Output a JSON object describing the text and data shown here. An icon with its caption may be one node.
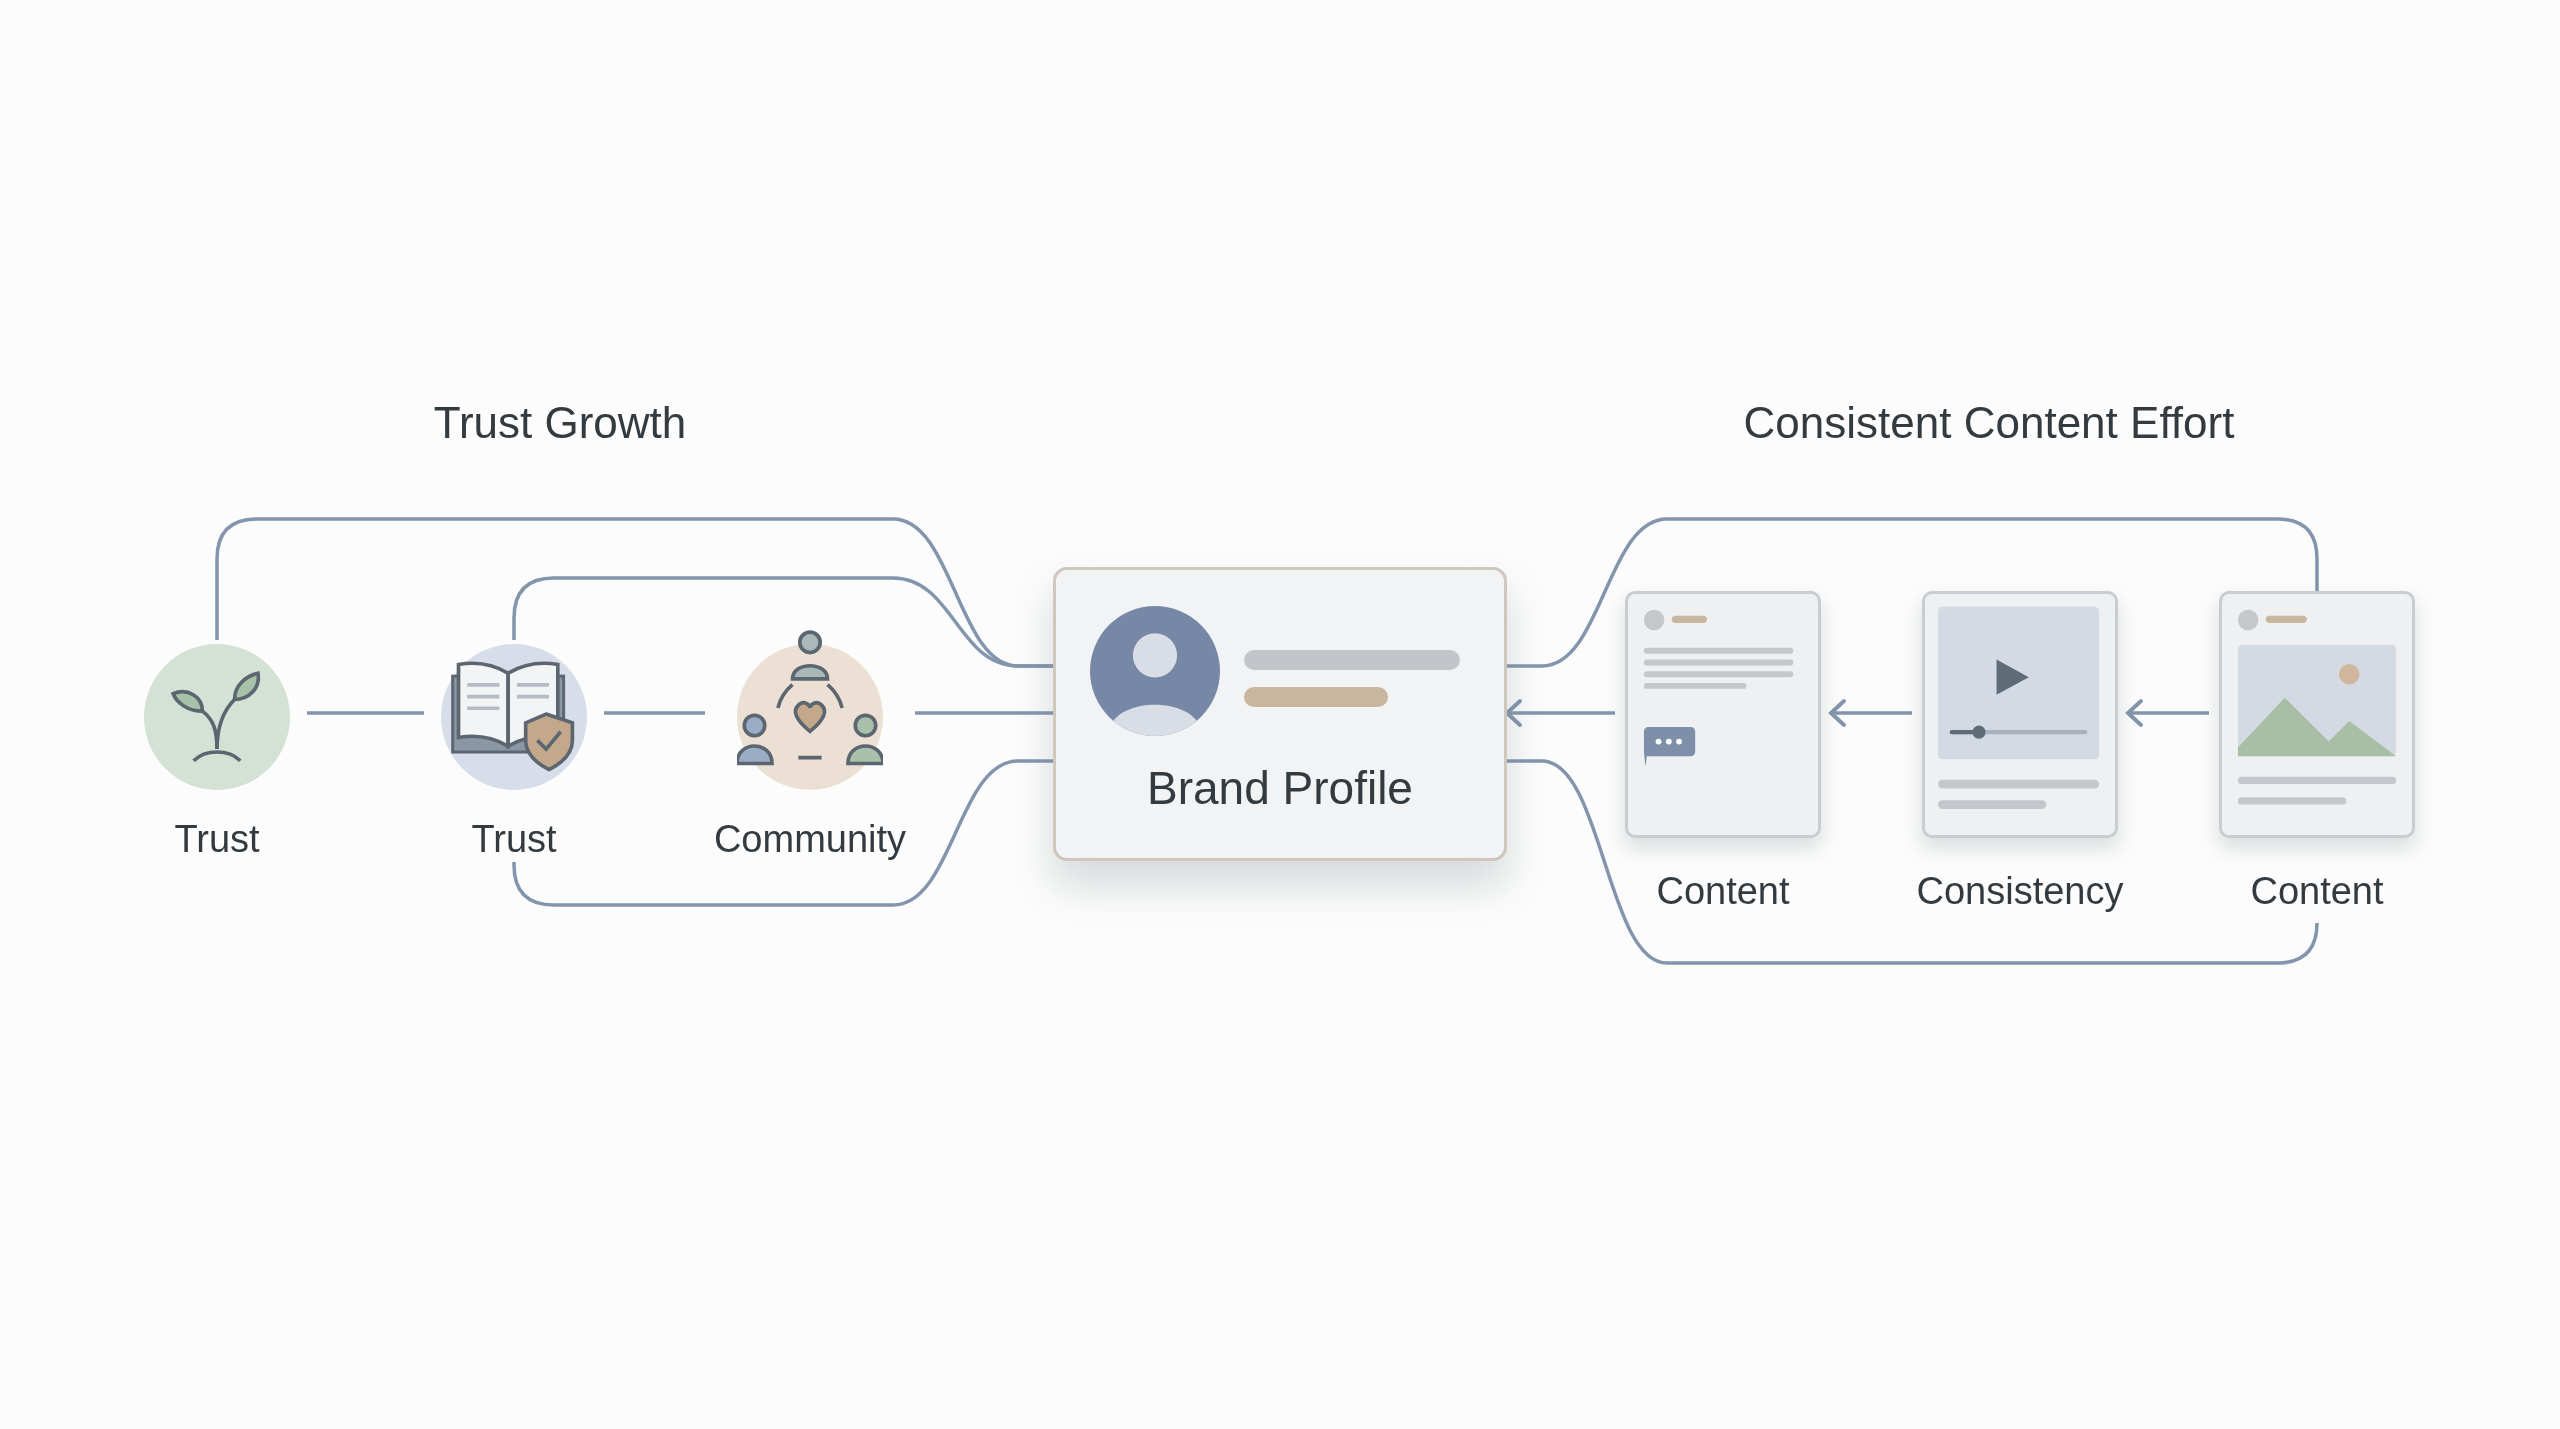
{
  "diagram": {
    "nodes": [
      {
        "text": [
          "Trust"
        ]
      },
      {
        "text": [
          "Trust"
        ]
      },
      {
        "text": [
          "Community"
        ]
      },
      {
        "text": [
          "Brand Profile"
        ]
      },
      {
        "text": [
          "Content"
        ]
      },
      {
        "text": [
          "Consistency"
        ]
      },
      {
        "text": [
          "Content"
        ]
      }
    ],
    "edges": [
      {
        "from": 0,
        "to": 1,
        "arrow": "none"
      },
      {
        "from": 1,
        "to": 2,
        "arrow": "none"
      },
      {
        "from": 2,
        "to": 3,
        "arrow": "none"
      },
      {
        "from": 0,
        "to": 3,
        "arrow": "none"
      },
      {
        "from": 1,
        "to": 3,
        "arrow": "none"
      },
      {
        "from": 1,
        "to": 3,
        "arrow": "none"
      },
      {
        "from": 4,
        "to": 3,
        "arrow": "to"
      },
      {
        "from": 5,
        "to": 4,
        "arrow": "to"
      },
      {
        "from": 6,
        "to": 5,
        "arrow": "to"
      },
      {
        "from": 6,
        "to": 3,
        "arrow": "none"
      },
      {
        "from": 6,
        "to": 3,
        "arrow": "none"
      }
    ],
    "labels": [
      "Trust Growth",
      "Consistent Content Effort"
    ]
  }
}
